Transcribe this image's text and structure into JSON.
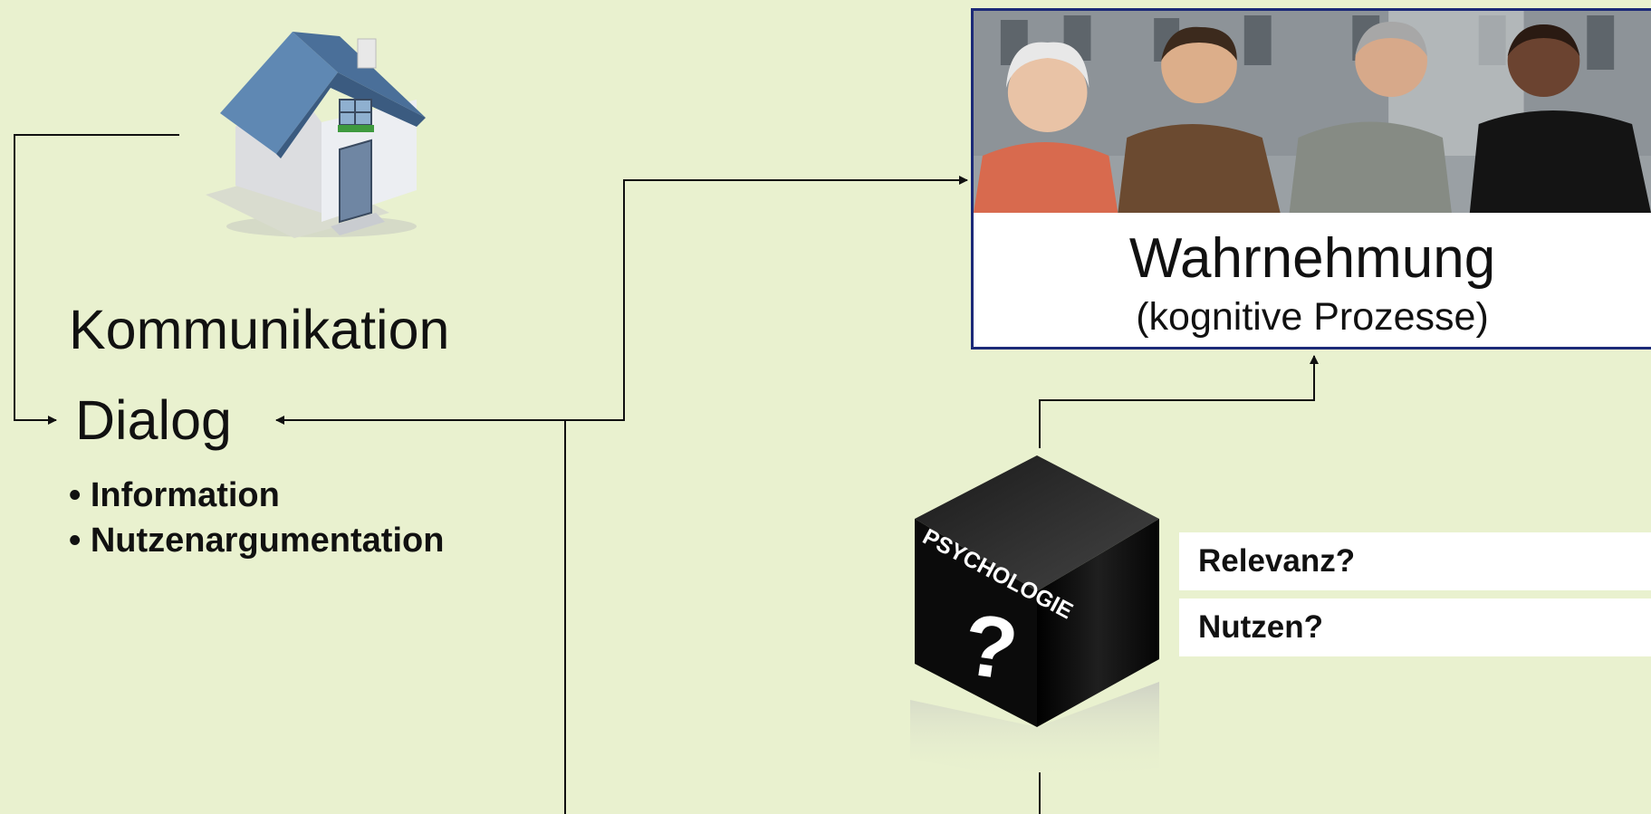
{
  "kommunikation": "Kommunikation",
  "dialog": "Dialog",
  "bullets": [
    "• Information",
    "• Nutzenargumentation"
  ],
  "wahrnehmung": {
    "title": "Wahrnehmung",
    "subtitle": "(kognitive Prozesse)"
  },
  "cube_label": "PSYCHOLOGIE",
  "cube_mark": "?",
  "questions": [
    "Relevanz?",
    "Nutzen?"
  ],
  "colors": {
    "background": "#e9f1cf",
    "box_border": "#1c2a78",
    "roof": "#5f88b3",
    "cube": "#0b0b0b"
  },
  "icons": [
    "house-icon",
    "psychology-box-icon",
    "people-photo"
  ]
}
